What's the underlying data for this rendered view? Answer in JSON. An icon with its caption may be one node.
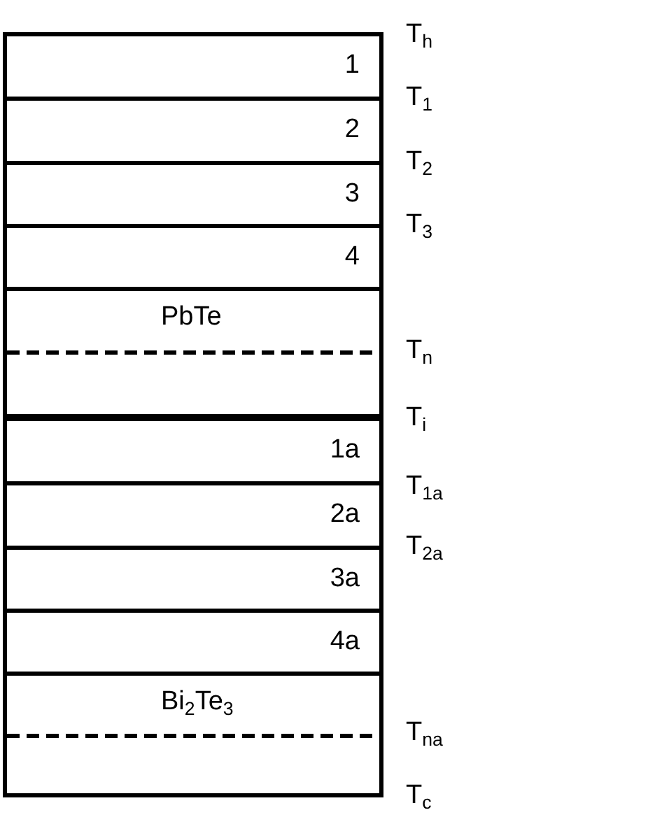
{
  "diagram": {
    "nodes": [
      {
        "text": [],
        "shape": "box"
      },
      {
        "text": [
          "1"
        ],
        "in": 0
      },
      {
        "text": [
          "2"
        ],
        "in": 0
      },
      {
        "text": [
          "3"
        ],
        "in": 0
      },
      {
        "text": [
          "4"
        ],
        "in": 0
      },
      {
        "text": [
          "PbTe"
        ],
        "in": 0
      },
      {
        "text": [],
        "shape": "box"
      },
      {
        "text": [
          "1a"
        ],
        "in": 6
      },
      {
        "text": [
          "2a"
        ],
        "in": 6
      },
      {
        "text": [
          "3a"
        ],
        "in": 6
      },
      {
        "text": [
          "4a"
        ],
        "in": 6
      },
      {
        "text": [
          "Bi$_{2}$Te$_{3}$"
        ],
        "in": 6
      }
    ],
    "edges": [],
    "labels": [
      "T$_{h}$",
      "T$_{1}$",
      "T$_{2}$",
      "T$_{3}$",
      "T$_{n}$",
      "T$_{i}$",
      "T$_{1a}$",
      "T$_{2a}$",
      "T$_{na}$",
      "T$_{c}$"
    ]
  }
}
